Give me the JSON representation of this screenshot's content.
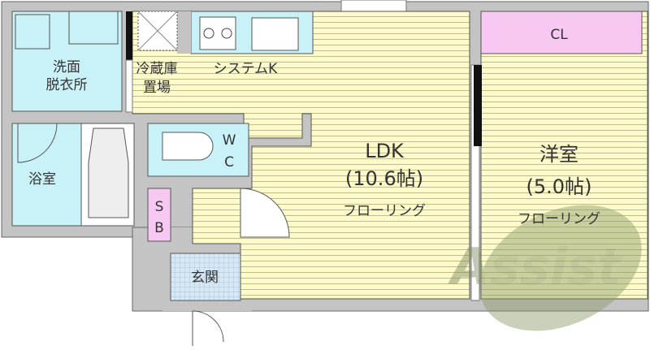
{
  "rooms": {
    "washroom": {
      "line1": "洗面",
      "line2": "脱衣所"
    },
    "bathroom": {
      "label": "浴室"
    },
    "fridge": {
      "line1": "冷蔵庫",
      "line2": "置場"
    },
    "kitchen": {
      "label": "システムK"
    },
    "toilet": {
      "line1": "W",
      "line2": "C"
    },
    "storage": {
      "line1": "S",
      "line2": "B"
    },
    "entrance": {
      "label": "玄関"
    },
    "ldk": {
      "name": "LDK",
      "size": "(10.6帖)",
      "floor": "フローリング"
    },
    "western": {
      "name": "洋室",
      "size": "(5.0帖)",
      "floor": "フローリング"
    },
    "closet": {
      "label": "CL"
    }
  },
  "watermark": {
    "text": "Assist"
  },
  "colors": {
    "wall": "#c4c4c4",
    "wet": "#c9f1f8",
    "floor": "#fdfbc9",
    "pink": "#f6c8f2"
  }
}
